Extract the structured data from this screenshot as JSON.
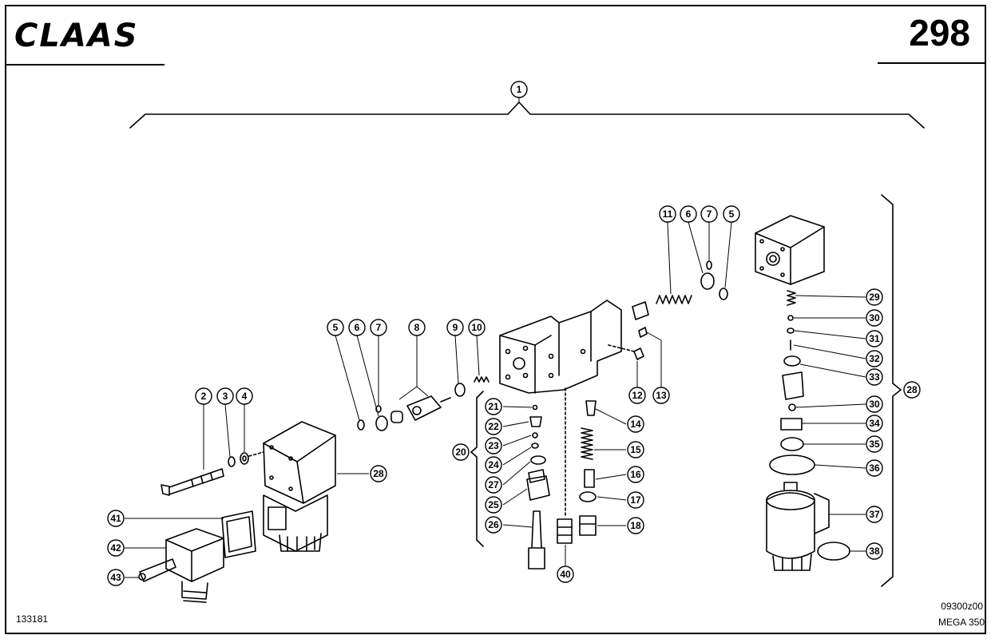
{
  "header": {
    "logo_text": "CLAAS",
    "page_number": "298"
  },
  "footer": {
    "doc_number": "133181",
    "drawing_code": "09300z00",
    "model": "MEGA 350"
  },
  "callouts": [
    {
      "id": "c1",
      "label": "1"
    },
    {
      "id": "c2",
      "label": "2"
    },
    {
      "id": "c3",
      "label": "3"
    },
    {
      "id": "c4",
      "label": "4"
    },
    {
      "id": "c5a",
      "label": "5"
    },
    {
      "id": "c6a",
      "label": "6"
    },
    {
      "id": "c7a",
      "label": "7"
    },
    {
      "id": "c8",
      "label": "8"
    },
    {
      "id": "c9",
      "label": "9"
    },
    {
      "id": "c10",
      "label": "10"
    },
    {
      "id": "c11",
      "label": "11"
    },
    {
      "id": "c6b",
      "label": "6"
    },
    {
      "id": "c7b",
      "label": "7"
    },
    {
      "id": "c5b",
      "label": "5"
    },
    {
      "id": "c12",
      "label": "12"
    },
    {
      "id": "c13",
      "label": "13"
    },
    {
      "id": "c14",
      "label": "14"
    },
    {
      "id": "c15",
      "label": "15"
    },
    {
      "id": "c16",
      "label": "16"
    },
    {
      "id": "c17",
      "label": "17"
    },
    {
      "id": "c18",
      "label": "18"
    },
    {
      "id": "c20",
      "label": "20"
    },
    {
      "id": "c21",
      "label": "21"
    },
    {
      "id": "c22",
      "label": "22"
    },
    {
      "id": "c23",
      "label": "23"
    },
    {
      "id": "c24",
      "label": "24"
    },
    {
      "id": "c27",
      "label": "27"
    },
    {
      "id": "c25",
      "label": "25"
    },
    {
      "id": "c26",
      "label": "26"
    },
    {
      "id": "c40",
      "label": "40"
    },
    {
      "id": "c28a",
      "label": "28"
    },
    {
      "id": "c41",
      "label": "41"
    },
    {
      "id": "c42",
      "label": "42"
    },
    {
      "id": "c43",
      "label": "43"
    },
    {
      "id": "c29",
      "label": "29"
    },
    {
      "id": "c30a",
      "label": "30"
    },
    {
      "id": "c31",
      "label": "31"
    },
    {
      "id": "c32",
      "label": "32"
    },
    {
      "id": "c33",
      "label": "33"
    },
    {
      "id": "c30b",
      "label": "30"
    },
    {
      "id": "c34",
      "label": "34"
    },
    {
      "id": "c35",
      "label": "35"
    },
    {
      "id": "c36",
      "label": "36"
    },
    {
      "id": "c37",
      "label": "37"
    },
    {
      "id": "c38",
      "label": "38"
    },
    {
      "id": "c28b",
      "label": "28"
    }
  ]
}
